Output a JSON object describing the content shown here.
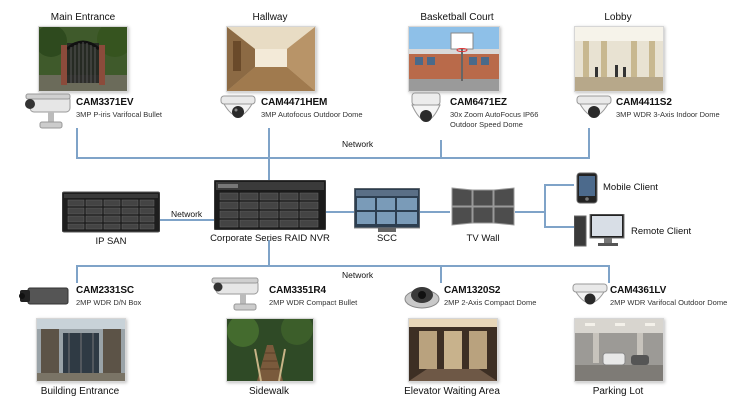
{
  "top_cameras": [
    {
      "location": "Main Entrance",
      "model": "CAM3371EV",
      "desc": [
        "3MP P-iris  Varifocal Bullet"
      ]
    },
    {
      "location": "Hallway",
      "model": "CAM4471HEM",
      "desc": [
        "3MP Autofocus Outdoor Dome"
      ]
    },
    {
      "location": "Basketball Court",
      "model": "CAM6471EZ",
      "desc": [
        "30x Zoom AutoFocus IP66",
        "Outdoor Speed Dome"
      ]
    },
    {
      "location": "Lobby",
      "model": "CAM4411S2",
      "desc": [
        "3MP WDR 3-Axis Indoor Dome"
      ]
    }
  ],
  "network_top": "Network",
  "network_mid": "Network",
  "network_bottom": "Network",
  "devices": {
    "ip_san": "IP SAN",
    "nvr": "Corporate Series RAID NVR",
    "scc": "SCC",
    "tv_wall": "TV Wall",
    "mobile_client": "Mobile Client",
    "remote_client": "Remote Client"
  },
  "bottom_cameras": [
    {
      "location": "Building Entrance",
      "model": "CAM2331SC",
      "desc": [
        "2MP WDR D/N Box"
      ]
    },
    {
      "location": "Sidewalk",
      "model": "CAM3351R4",
      "desc": [
        "2MP WDR Compact Bullet"
      ]
    },
    {
      "location": "Elevator Waiting Area",
      "model": "CAM1320S2",
      "desc": [
        "2MP 2-Axis Compact Dome"
      ]
    },
    {
      "location": "Parking Lot",
      "model": "CAM4361LV",
      "desc": [
        "2MP WDR Varifocal Outdoor Dome"
      ]
    }
  ],
  "colors": {
    "network_line": "#7fa3c8"
  }
}
